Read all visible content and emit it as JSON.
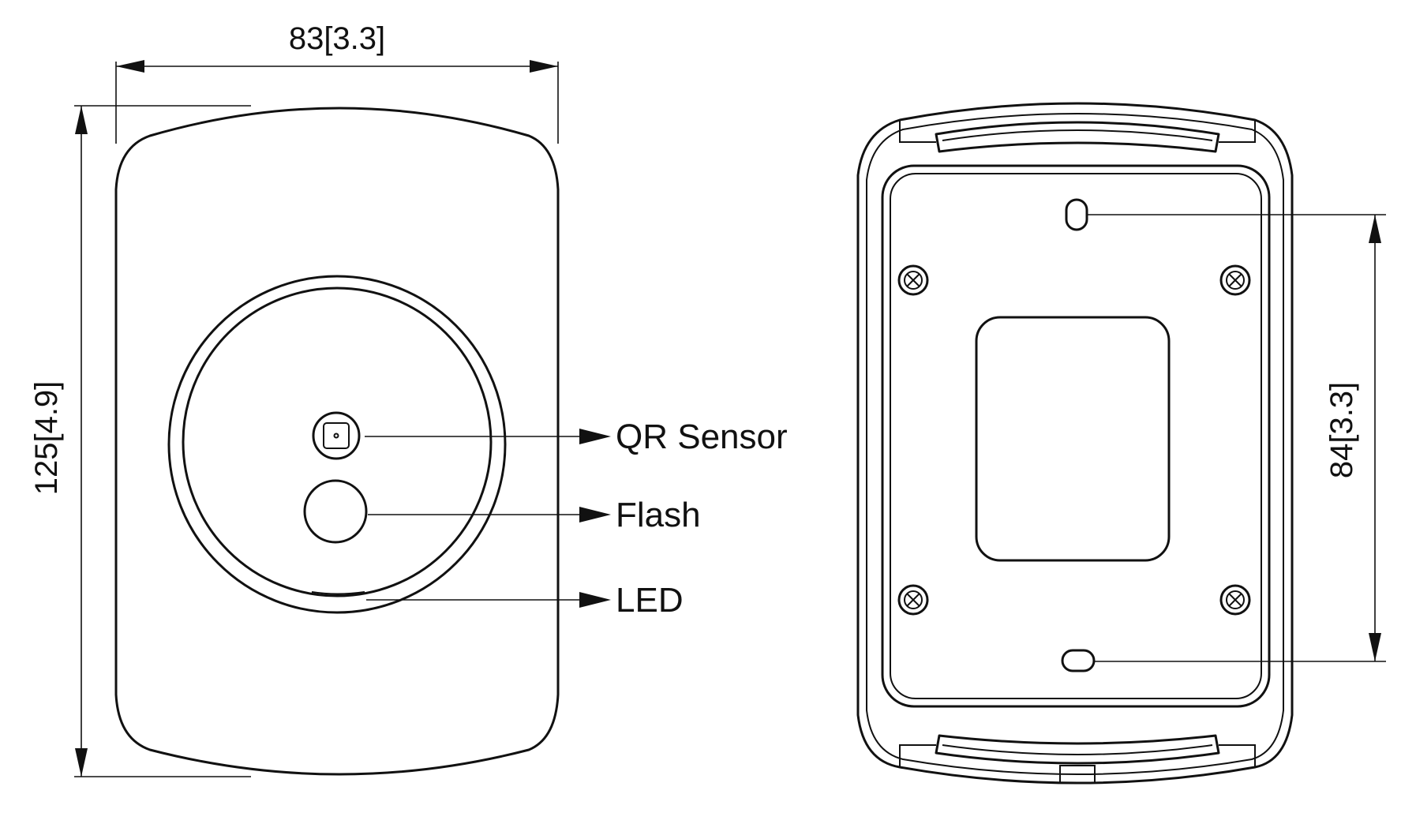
{
  "front_view": {
    "width_dimension": "83[3.3]",
    "height_dimension": "125[4.9]",
    "callouts": {
      "qr_sensor": "QR Sensor",
      "flash": "Flash",
      "led": "LED"
    }
  },
  "back_view": {
    "hole_spacing_dimension": "84[3.3]"
  },
  "colors": {
    "line": "#111111",
    "background": "#ffffff"
  }
}
